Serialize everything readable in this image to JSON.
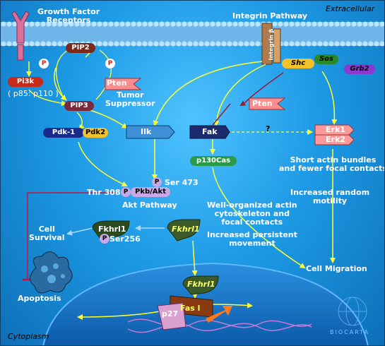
{
  "regions": {
    "extracellular": "Extracellular",
    "cytoplasm": "Cytoplasm"
  },
  "receptors": {
    "growth_factor": "Growth Factor\nReceptors",
    "integrin_pathway": "Integrin Pathway",
    "integrin_beta": "Integrin β"
  },
  "molecules": {
    "pi3k": "Pi3k",
    "pi3k_subunits": "( p85: p110 )",
    "pip2": "PIP2",
    "pip3": "PIP3",
    "pten_top": "Pten",
    "tumor_suppressor": "Tumor\nSuppressor",
    "pdk1": "Pdk-1",
    "pdk2": "Pdk2",
    "ilk": "Ilk",
    "fak": "Fak",
    "pten_mid": "Pten",
    "shc": "Shc",
    "sos": "Sos",
    "grb2": "Grb2",
    "erk1": "Erk1",
    "erk2": "Erk2",
    "p130cas": "p130Cas",
    "pkb_akt": "Pkb/Akt",
    "fkhrl1_cyto": "Fkhrl1",
    "fkhrl1_phospho": "Fkhrl1",
    "fkhrl1_nuc": "Fkhrl1",
    "fasl": "Fas l",
    "p27": "p27"
  },
  "phospho": {
    "p": "P",
    "ser473": "Ser 473",
    "thr308": "Thr 308",
    "ser256": "Ser256"
  },
  "labels": {
    "question": "?",
    "short_actin": "Short actin bundles\nand fewer focal contacts",
    "random_motility": "Increased random\nmotility",
    "akt_pathway": "Akt Pathway",
    "well_organized": "Well-organized actin\ncytoskeleton and\nfocal contacts",
    "persistent_movement": "Increased persistent\nmovement",
    "cell_survival": "Cell\nSurvival",
    "cell_migration": "Cell Migration",
    "apoptosis": "Apoptosis"
  },
  "watermark": "BIOCARTA",
  "colors": {
    "background": "#1e9be6",
    "arrow": "#ffff33",
    "pten": "#ff8c8c",
    "pkb": "#c9a8e8",
    "erk": "#ff9a9a"
  }
}
